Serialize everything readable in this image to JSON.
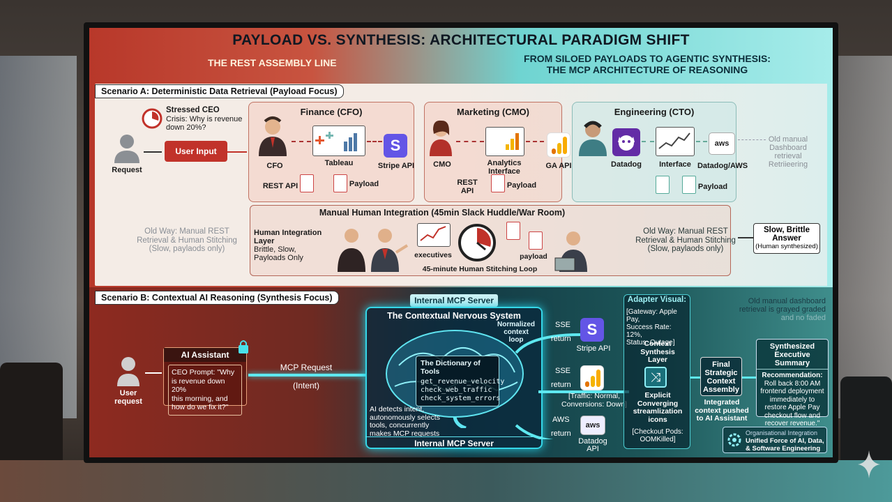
{
  "title": "PAYLOAD VS. SYNTHESIS: ARCHITECTURAL PARADIGM SHIFT",
  "sub_left": "THE REST ASSEMBLY LINE",
  "sub_right_1": "FROM SILOED PAYLOADS TO AGENTIC SYNTHESIS:",
  "sub_right_2": "THE MCP ARCHITECTURE OF REASONING",
  "scenario_a": {
    "label": "Scenario A: Deterministic Data Retrieval (Payload Focus)",
    "ceo_1": "Stressed CEO",
    "ceo_2": "Crisis: Why is revenue",
    "ceo_3": "down 20%?",
    "request": "Request",
    "user_input": "User Input",
    "finance": {
      "title": "Finance (CFO)",
      "cfo": "CFO",
      "tableau": "Tableau",
      "stripe": "Stripe API",
      "rest": "REST API",
      "payload": "Payload"
    },
    "marketing": {
      "title": "Marketing (CMO)",
      "cmo": "CMO",
      "analytics_1": "Analytics",
      "analytics_2": "Interface",
      "ga": "GA API",
      "rest_1": "REST",
      "rest_2": "API",
      "payload": "Payload"
    },
    "engineering": {
      "title": "Engineering (CTO)",
      "datadog": "Datadog",
      "interface": "Interface",
      "dd_aws": "Datadog/AWS",
      "aws": "aws",
      "payload": "Payload"
    },
    "old_manual_1": "Old manual",
    "old_manual_2": "Dashboard",
    "old_manual_3": "retrieval",
    "old_manual_4": "Retriieering",
    "integration": {
      "title": "Manual Human Integration (45min Slack Huddle/War Room)",
      "layer_1": "Human Integration",
      "layer_2": "Layer",
      "layer_3": "Brittle, Slow,",
      "layer_4": "Payloads Only",
      "executives": "executives",
      "payload": "payload",
      "loop": "45-minute Human Stitching Loop"
    },
    "old_way_left_1": "Old Way: Manual REST",
    "old_way_left_2": "Retrieval & Human Stitching",
    "old_way_left_3": "(Slow, paylaods only)",
    "old_way_right_1": "Old Way: Manual REST",
    "old_way_right_2": "Retrieval & Human Stitching",
    "old_way_right_3": "(Slow, paylaods only)",
    "slow_1": "Slow, Brittle",
    "slow_2": "Answer",
    "slow_3": "(Human synthesized)"
  },
  "scenario_b": {
    "label": "Scenario B: Contextual AI Reasoning (Synthesis Focus)",
    "user_1": "User",
    "user_2": "request",
    "ai_title": "AI Assistant",
    "prompt_1": "CEO Prompt: \"Why",
    "prompt_2": "is revenue down 20%",
    "prompt_3": "this morning, and",
    "prompt_4": "how do we fix it?\"",
    "mcp_request": "MCP Request",
    "intent": "(Intent)",
    "mcp_tab": "Internal MCP Server",
    "nervous": "The Contextual Nervous System",
    "normalized_1": "Normalized",
    "normalized_2": "context",
    "normalized_3": "loop",
    "tools_title": "The Dictionary of Tools",
    "tools": [
      "get_revenue_velocity",
      "check_web_traffic",
      "check_system_errors"
    ],
    "detects_1": "AI detects intent,",
    "detects_2": "autonomously selects",
    "detects_3": "tools, concurrently",
    "detects_4": "makes MCP requests",
    "mcp_footer": "Internal MCP Server",
    "sse": "SSE",
    "return": "return",
    "stripe_api": "Stripe API",
    "traffic_1": "[Traffic: Normal,",
    "traffic_2": "Conversions: Down]",
    "aws": "AWS",
    "datadog_1": "Datadog",
    "datadog_2": "API",
    "adapter_title": "Adapter Visual:",
    "adapter_1": "[Gateway: Apple Pay,",
    "adapter_2": "Success Rate: 12%,",
    "adapter_3": "Status: Outage]",
    "csl_1": "Context",
    "csl_2": "Synthesis",
    "csl_3": "Layer",
    "explicit_1": "Explicit",
    "explicit_2": "Converging",
    "explicit_3": "streamlization",
    "explicit_4": "icons",
    "checkout_1": "[Checkout Pods:",
    "checkout_2": "OOMKilled]",
    "final_1": "Final",
    "final_2": "Strategic",
    "final_3": "Context",
    "final_4": "Assembly",
    "integrated_1": "Integrated",
    "integrated_2": "context pushed",
    "integrated_3": "to AI Assistant",
    "old_dash_1": "Old manual dashboard",
    "old_dash_2": "retrieval is grayed graded",
    "old_dash_3": "and no faded",
    "exec_1": "Synthesized",
    "exec_2": "Executive Summary",
    "rec_1": "Recommendation:",
    "rec_2": "Roll back 8:00 AM",
    "rec_3": "frontend deployment",
    "rec_4": "immediately to",
    "rec_5": "restore Apple Pay",
    "rec_6": "checkout flow and",
    "rec_7": "recover revenue.\"",
    "org_1": "Organisational Integration",
    "org_2": "Unified Force of AI, Data,",
    "org_3": "& Software Engineering"
  },
  "icons": {
    "stripe": "S",
    "aws": "aws"
  },
  "colors": {
    "red": "#c1322a",
    "cyan": "#35d7e8",
    "stripe": "#6355e6"
  }
}
